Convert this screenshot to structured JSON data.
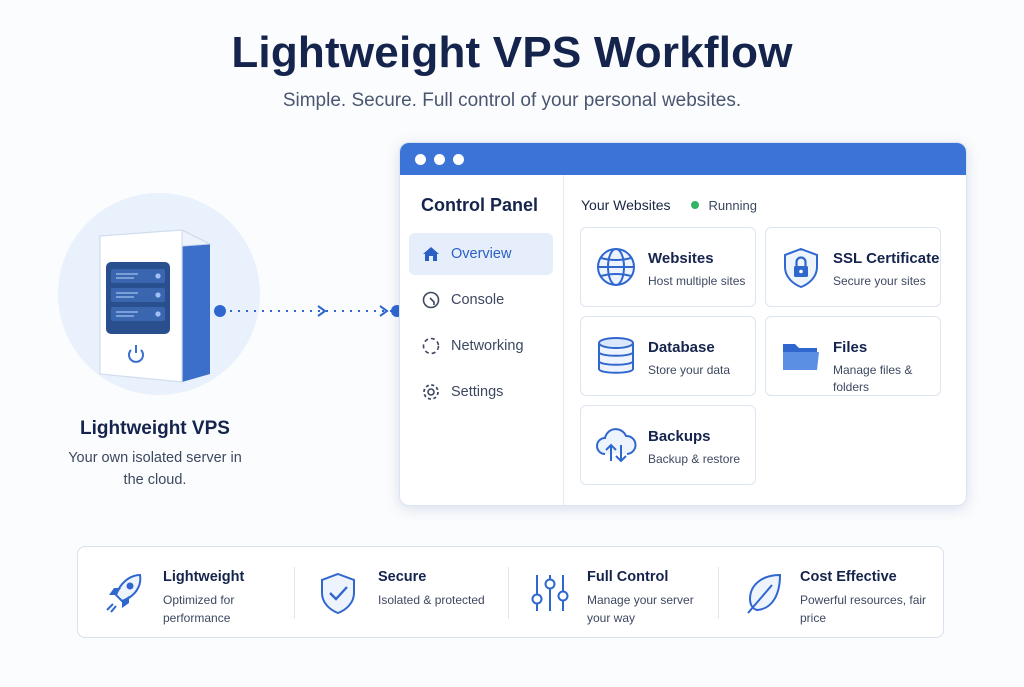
{
  "header": {
    "title": "Lightweight VPS Workflow",
    "subtitle": "Simple. Secure. Full control of your personal websites."
  },
  "vps": {
    "title": "Lightweight VPS",
    "description": "Your own isolated server in the cloud."
  },
  "control_panel": {
    "title": "Control Panel",
    "nav": [
      {
        "label": "Overview",
        "icon": "home-icon",
        "active": true
      },
      {
        "label": "Console",
        "icon": "console-icon",
        "active": false
      },
      {
        "label": "Networking",
        "icon": "network-icon",
        "active": false
      },
      {
        "label": "Settings",
        "icon": "gear-icon",
        "active": false
      }
    ],
    "section_title": "Your Websites",
    "status": "Running",
    "cards": [
      {
        "title": "Websites",
        "desc": "Host multiple sites",
        "icon": "globe-icon"
      },
      {
        "title": "SSL Certificate",
        "desc": "Secure your sites",
        "icon": "shield-lock-icon"
      },
      {
        "title": "Database",
        "desc": "Store your data",
        "icon": "database-icon"
      },
      {
        "title": "Files",
        "desc": "Manage files & folders",
        "icon": "folder-icon"
      },
      {
        "title": "Backups",
        "desc": "Backup & restore",
        "icon": "cloud-sync-icon"
      }
    ]
  },
  "features": [
    {
      "title": "Lightweight",
      "desc": "Optimized for performance",
      "icon": "rocket-icon"
    },
    {
      "title": "Secure",
      "desc": "Isolated & protected",
      "icon": "shield-check-icon"
    },
    {
      "title": "Full Control",
      "desc": "Manage your server your way",
      "icon": "sliders-icon"
    },
    {
      "title": "Cost Effective",
      "desc": "Powerful resources, fair price",
      "icon": "leaf-icon"
    }
  ],
  "colors": {
    "accent": "#3b74d6",
    "title": "#15244d",
    "status": "#2fb463"
  }
}
